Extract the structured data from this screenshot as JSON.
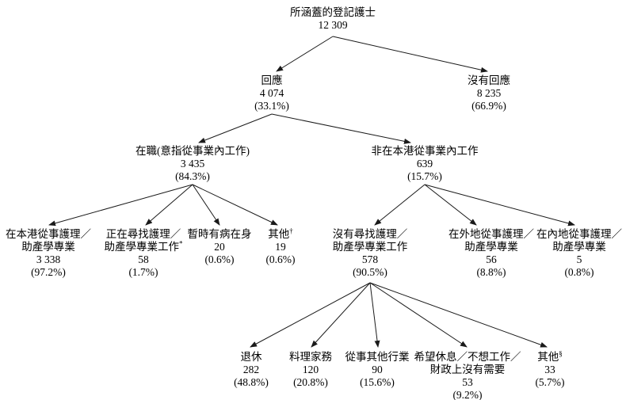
{
  "tree": {
    "root": {
      "label": "所涵蓋的登記護士",
      "value": "12 309"
    },
    "responded": {
      "label": "回應",
      "value": "4 074",
      "pct": "(33.1%)"
    },
    "no_response": {
      "label": "沒有回應",
      "value": "8 235",
      "pct": "(66.9%)"
    },
    "working": {
      "label": "在職(意指從事業內工作)",
      "value": "3 435",
      "pct": "(84.3%)"
    },
    "not_working_local": {
      "label": "非在本港從事業內工作",
      "value": "639",
      "pct": "(15.7%)"
    },
    "local_nursing": {
      "label1": "在本港從事護理／",
      "label2": "助產學專業",
      "value": "3 338",
      "pct": "(97.2%)"
    },
    "seeking_work": {
      "label1": "正在尋找護理／",
      "label2": "助產學專業工作",
      "sup": "*",
      "value": "58",
      "pct": "(1.7%)"
    },
    "temporarily_ill": {
      "label": "暫時有病在身",
      "value": "20",
      "pct": "(0.6%)"
    },
    "others_working": {
      "label": "其他",
      "sup": "†",
      "value": "19",
      "pct": "(0.6%)"
    },
    "not_seeking_work": {
      "label1": "沒有尋找護理／",
      "label2": "助產學專業工作",
      "value": "578",
      "pct": "(90.5%)"
    },
    "overseas_nursing": {
      "label1": "在外地從事護理／",
      "label2": "助產學專業",
      "value": "56",
      "pct": "(8.8%)"
    },
    "mainland_nursing": {
      "label1": "在內地從事護理／",
      "label2": "助產學專業",
      "value": "5",
      "pct": "(0.8%)"
    },
    "retired": {
      "label": "退休",
      "value": "282",
      "pct": "(48.8%)"
    },
    "housework": {
      "label": "料理家務",
      "value": "120",
      "pct": "(20.8%)"
    },
    "other_industry": {
      "label": "從事其他行業",
      "value": "90",
      "pct": "(15.6%)"
    },
    "wish_rest": {
      "label1": "希望休息／不想工作／",
      "label2": "財政上沒有需要",
      "value": "53",
      "pct": "(9.2%)"
    },
    "others_not_seeking": {
      "label": "其他",
      "sup": "§",
      "value": "33",
      "pct": "(5.7%)"
    }
  },
  "colors": {
    "line": "#1a1a1a",
    "text": "#000000",
    "background": "#ffffff"
  }
}
